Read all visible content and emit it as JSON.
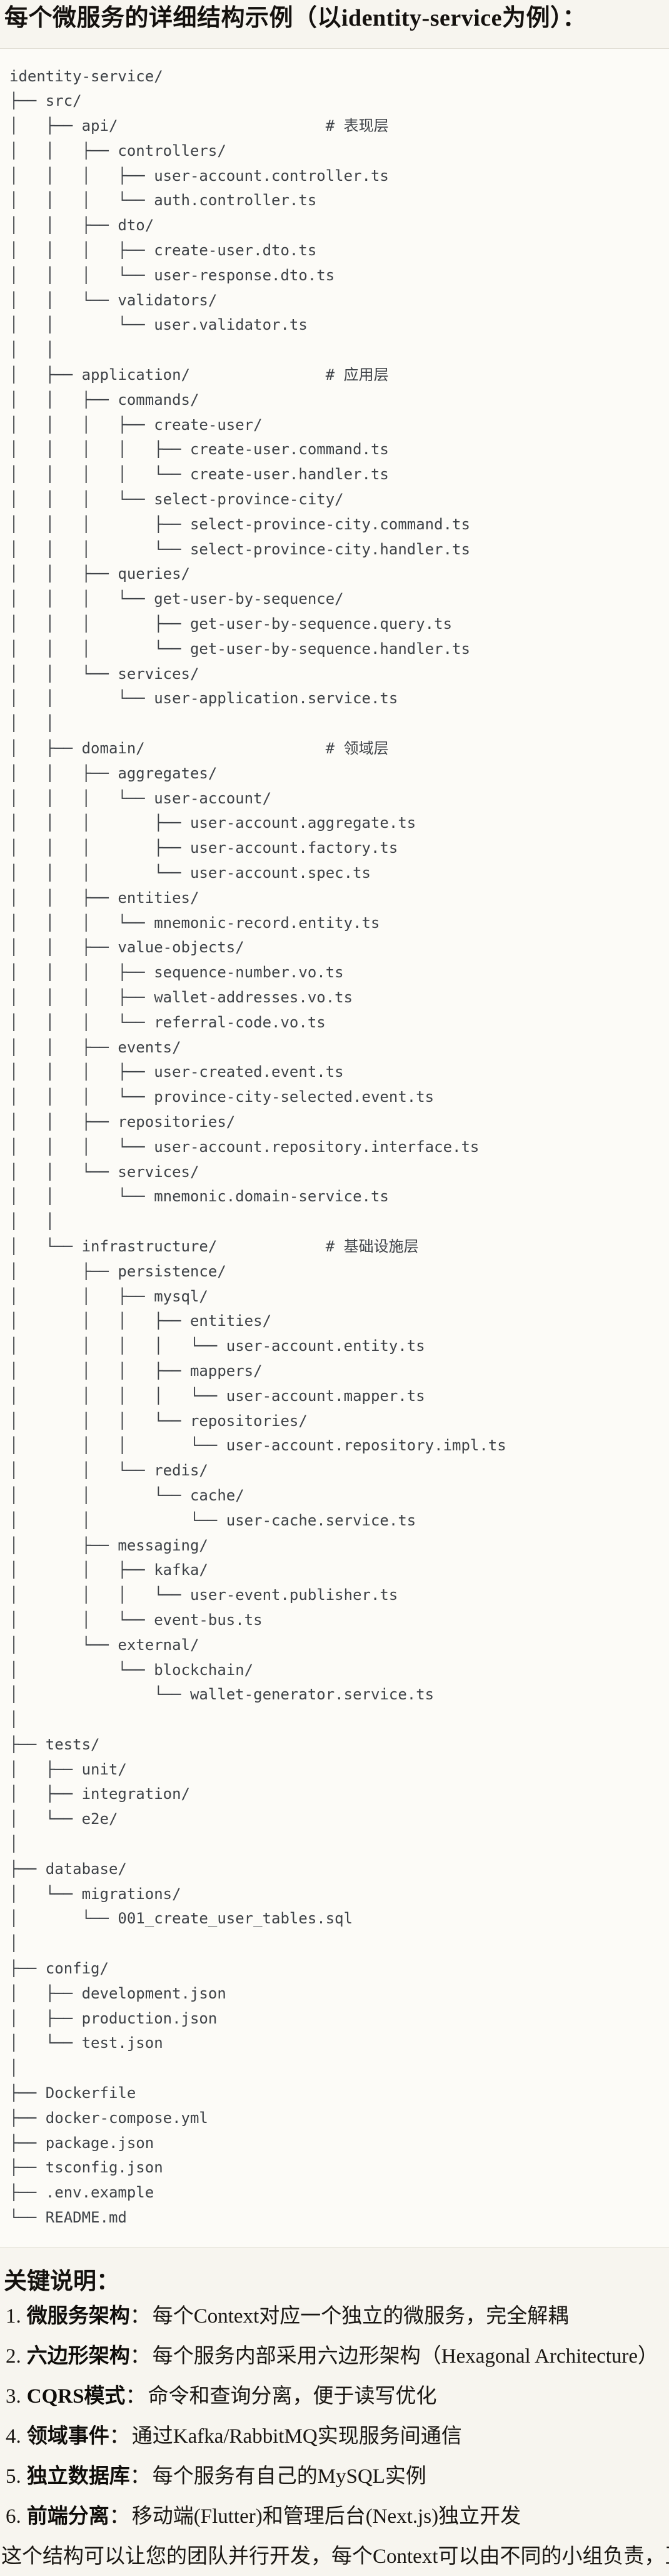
{
  "header": {
    "title": "每个微服务的详细结构示例（以identity-service为例）："
  },
  "tree": {
    "lines": [
      "identity-service/",
      "├── src/",
      "│   ├── api/                       # 表现层",
      "│   │   ├── controllers/",
      "│   │   │   ├── user-account.controller.ts",
      "│   │   │   └── auth.controller.ts",
      "│   │   ├── dto/",
      "│   │   │   ├── create-user.dto.ts",
      "│   │   │   └── user-response.dto.ts",
      "│   │   └── validators/",
      "│   │       └── user.validator.ts",
      "│   │",
      "│   ├── application/               # 应用层",
      "│   │   ├── commands/",
      "│   │   │   ├── create-user/",
      "│   │   │   │   ├── create-user.command.ts",
      "│   │   │   │   └── create-user.handler.ts",
      "│   │   │   └── select-province-city/",
      "│   │   │       ├── select-province-city.command.ts",
      "│   │   │       └── select-province-city.handler.ts",
      "│   │   ├── queries/",
      "│   │   │   └── get-user-by-sequence/",
      "│   │   │       ├── get-user-by-sequence.query.ts",
      "│   │   │       └── get-user-by-sequence.handler.ts",
      "│   │   └── services/",
      "│   │       └── user-application.service.ts",
      "│   │",
      "│   ├── domain/                    # 领域层",
      "│   │   ├── aggregates/",
      "│   │   │   └── user-account/",
      "│   │   │       ├── user-account.aggregate.ts",
      "│   │   │       ├── user-account.factory.ts",
      "│   │   │       └── user-account.spec.ts",
      "│   │   ├── entities/",
      "│   │   │   └── mnemonic-record.entity.ts",
      "│   │   ├── value-objects/",
      "│   │   │   ├── sequence-number.vo.ts",
      "│   │   │   ├── wallet-addresses.vo.ts",
      "│   │   │   └── referral-code.vo.ts",
      "│   │   ├── events/",
      "│   │   │   ├── user-created.event.ts",
      "│   │   │   └── province-city-selected.event.ts",
      "│   │   ├── repositories/",
      "│   │   │   └── user-account.repository.interface.ts",
      "│   │   └── services/",
      "│   │       └── mnemonic.domain-service.ts",
      "│   │",
      "│   └── infrastructure/            # 基础设施层",
      "│       ├── persistence/",
      "│       │   ├── mysql/",
      "│       │   │   ├── entities/",
      "│       │   │   │   └── user-account.entity.ts",
      "│       │   │   ├── mappers/",
      "│       │   │   │   └── user-account.mapper.ts",
      "│       │   │   └── repositories/",
      "│       │   │       └── user-account.repository.impl.ts",
      "│       │   └── redis/",
      "│       │       └── cache/",
      "│       │           └── user-cache.service.ts",
      "│       ├── messaging/",
      "│       │   ├── kafka/",
      "│       │   │   └── user-event.publisher.ts",
      "│       │   └── event-bus.ts",
      "│       └── external/",
      "│           └── blockchain/",
      "│               └── wallet-generator.service.ts",
      "│",
      "├── tests/",
      "│   ├── unit/",
      "│   ├── integration/",
      "│   └── e2e/",
      "│",
      "├── database/",
      "│   └── migrations/",
      "│       └── 001_create_user_tables.sql",
      "│",
      "├── config/",
      "│   ├── development.json",
      "│   ├── production.json",
      "│   └── test.json",
      "│",
      "├── Dockerfile",
      "├── docker-compose.yml",
      "├── package.json",
      "├── tsconfig.json",
      "├── .env.example",
      "└── README.md"
    ]
  },
  "notes": {
    "title": "关键说明：",
    "separator": "：",
    "items": [
      {
        "num": "1.",
        "label": "微服务架构",
        "desc": "每个Context对应一个独立的微服务，完全解耦"
      },
      {
        "num": "2.",
        "label": "六边形架构",
        "desc": "每个服务内部采用六边形架构（Hexagonal Architecture）"
      },
      {
        "num": "3.",
        "label": "CQRS模式",
        "desc": "命令和查询分离，便于读写优化"
      },
      {
        "num": "4.",
        "label": "领域事件",
        "desc": "通过Kafka/RabbitMQ实现服务间通信"
      },
      {
        "num": "5.",
        "label": "独立数据库",
        "desc": "每个服务有自己的MySQL实例"
      },
      {
        "num": "6.",
        "label": "前端分离",
        "desc": "移动端(Flutter)和管理后台(Next.js)独立开发"
      }
    ]
  },
  "closing": "这个结构可以让您的团队并行开发，每个Context可以由不同的小组负责，互不干扰。",
  "colors": {
    "page_bg": "#f7f5ef",
    "code_bg": "#fcfbf7",
    "code_border": "#e2dfd6",
    "tree_text": "#3e4247",
    "body_text": "#1a1713"
  }
}
